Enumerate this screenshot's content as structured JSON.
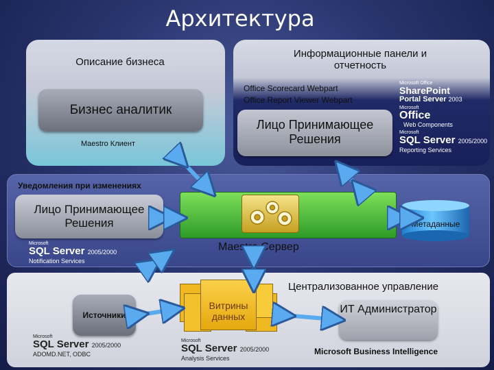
{
  "title": "Архитектура",
  "top_left": {
    "heading": "Описание бизнеса",
    "analyst": "Бизнес аналитик",
    "client": "Maestro Клиент"
  },
  "top_right": {
    "heading": "Информационные панели и отчетность",
    "webpart1": "Office Scorecard Webpart",
    "webpart2": "Office Report Viewer Webpart",
    "decision_maker": "Лицо Принимающее Решения",
    "logos": {
      "sharepoint_small": "Microsoft Office",
      "sharepoint_name": "SharePoint",
      "sharepoint_sub": "Portal Server",
      "sharepoint_year": "2003",
      "office_small": "Microsoft",
      "office_name": "Office",
      "office_sub": "Web Components",
      "sql_small": "Microsoft",
      "sql_name": "SQL Server",
      "sql_year": "2005/2000",
      "sql_sub": "Reporting Services"
    }
  },
  "middle": {
    "notifications": "Уведомления при изменениях",
    "decision_maker": "Лицо Принимающее Решения",
    "server": "Maestro Сервер",
    "metadata": "Метаданные",
    "sql_small": "Microsoft",
    "sql_name": "SQL Server",
    "sql_year": "2005/2000",
    "sql_sub": "Notification Services"
  },
  "bottom": {
    "central": "Централизованное управление",
    "sources": "Источники",
    "marts": "Витрины данных",
    "admin": "ИТ Администратор",
    "sql1_small": "Microsoft",
    "sql1_name": "SQL Server",
    "sql1_year": "2005/2000",
    "sql1_sub": "ADOMD.NET, ODBC",
    "sql2_small": "Microsoft",
    "sql2_name": "SQL Server",
    "sql2_year": "2005/2000",
    "sql2_sub": "Analysis Services",
    "footer": "Microsoft Business Intelligence"
  },
  "colors": {
    "background": "#2a3670",
    "green": "#3fb83a",
    "arrow": "#5aaaf0",
    "cylinder": "#2a8ee0",
    "mart": "#f0b820"
  }
}
